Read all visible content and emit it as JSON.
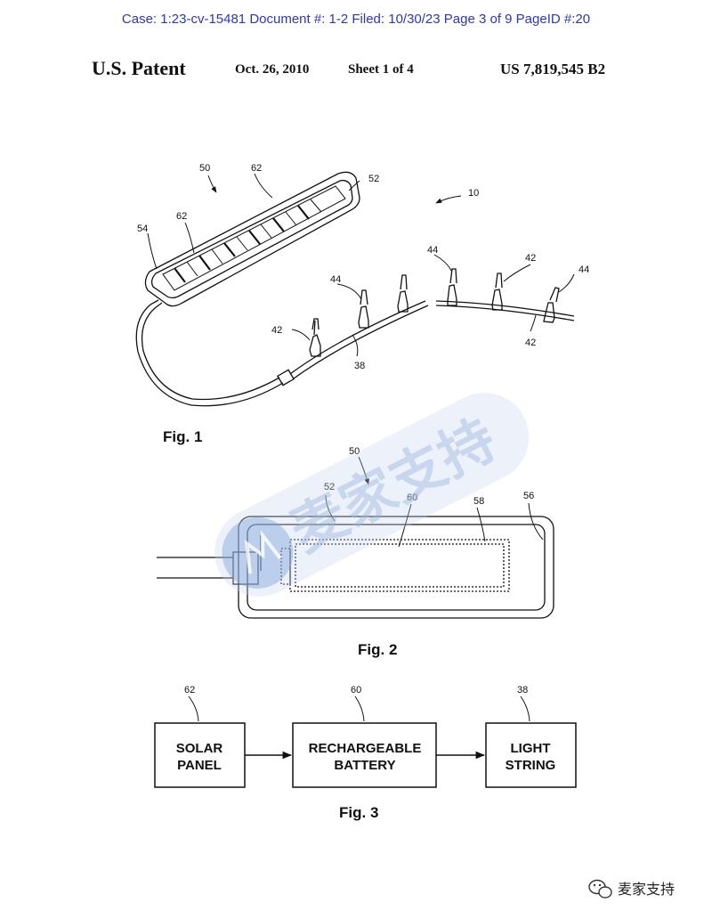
{
  "case_header": "Case: 1:23-cv-15481 Document #: 1-2 Filed: 10/30/23 Page 3 of 9 PageID #:20",
  "patent_header": {
    "title": "U.S. Patent",
    "date": "Oct. 26, 2010",
    "sheet": "Sheet 1 of 4",
    "number": "US 7,819,545 B2"
  },
  "fig1": {
    "label": "Fig. 1",
    "refs": {
      "r50": "50",
      "r62a": "62",
      "r52": "52",
      "r10": "10",
      "r54": "54",
      "r62b": "62",
      "r44a": "44",
      "r44b": "44",
      "r44c": "44",
      "r42a": "42",
      "r42b": "42",
      "r42c": "42",
      "r38": "38"
    }
  },
  "fig2": {
    "label": "Fig. 2",
    "refs": {
      "r50": "50",
      "r52": "52",
      "r60": "60",
      "r58": "58",
      "r56": "56"
    }
  },
  "fig3": {
    "label": "Fig. 3",
    "blocks": [
      {
        "ref": "62",
        "line1": "SOLAR",
        "line2": "PANEL"
      },
      {
        "ref": "60",
        "line1": "RECHARGEABLE",
        "line2": "BATTERY"
      },
      {
        "ref": "38",
        "line1": "LIGHT",
        "line2": "STRING"
      }
    ]
  },
  "watermark": {
    "text": "麦家支持",
    "logo_icon": "maijia-logo-icon",
    "footer_text": "麦家支持",
    "footer_icon": "wechat-icon"
  }
}
